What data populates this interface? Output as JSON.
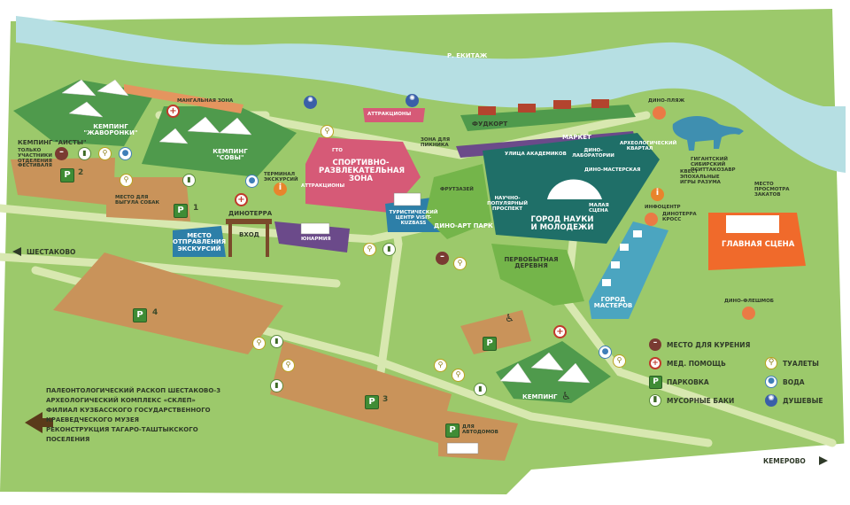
{
  "map_title": "",
  "river": {
    "label": "Р. ЕКИТАЖ"
  },
  "zones": {
    "camp_aisty": "КЕМПИНГ \"АИСТЫ\"",
    "camp_aisty_note": "ТОЛЬКО УЧАСТНИКИ ОТДЕЛЕНИЯ ФЕСТИВАЛЯ",
    "camp_zhavoronki": "КЕМПИНГ \"ЖАВОРОНКИ\"",
    "mangal_zone": "МАНГАЛЬНАЯ ЗОНА",
    "camp_sovy": "КЕМПИНГ \"СОВЫ\"",
    "terminal": "ТЕРМИНАЛ ЭКСКУРСИЙ",
    "gto": "ГТО",
    "sport_zone": "СПОРТИВНО-РАЗВЛЕКАТЕЛЬНАЯ ЗОНА",
    "attractions_left": "АТТРАКЦИОНЫ",
    "attractions_top": "АТТРАКЦИОНЫ",
    "picnic": "ЗОНА ДЛЯ ПИКНИКА",
    "foodcourt": "ФУДКОРТ",
    "market": "МАРКЕТ",
    "dog_walk": "МЕСТО ДЛЯ ВЫГУЛА СОБАК",
    "dinoterra": "ДИНОТЕРРА",
    "entrance": "ВХОД",
    "excursion_start": "МЕСТО ОТПРАВЛЕНИЯ ЭКСКУРСИЙ",
    "junarmia": "ЮНАРМИЯ",
    "tourist_center": "ТУРИСТИЧЕСКИЙ ЦЕНТР VISIT-KUZBASS",
    "fruit_zone": "ФРУТЗАЗЕЙ",
    "dino_art": "ДИНО-АРТ ПАРК",
    "academ_street": "УЛИЦА АКАДЕМИКОВ",
    "dino_labs": "ДИНО-ЛАБОРАТОРИИ",
    "dino_workshop": "ДИНО-МАСТЕРСКАЯ",
    "archaeo_quarter": "АРХЕОЛОГИЧЕСКИЙ КВАРТАЛ",
    "popsci_avenue": "НАУЧНО-ПОПУЛЯРНЫЙ ПРОСПЕКТ",
    "city_science": "ГОРОД НАУКИ И МОЛОДЕЖИ",
    "small_stage": "МАЛАЯ СЦЕНА",
    "primitive_village": "ПЕРВОБЫТНАЯ ДЕРЕВНЯ",
    "masters_city": "ГОРОД МАСТЕРОВ",
    "dino_beach": "ДИНО-ПЛЯЖ",
    "giant_dino": "ГИГАНТСКИЙ СИБИРСКИЙ ПСИТТАКОЗАВР",
    "quest": "КВЕСТ ЭПОХАЛЬНЫЕ ИГРЫ РАЗУМА",
    "sunset": "МЕСТО ПРОСМОТРА ЗАКАТОВ",
    "infocenter": "ИНФОЦЕНТР",
    "dinoterra_cross": "ДИНОТЕРРА КРОСС",
    "main_stage": "ГЛАВНАЯ СЦЕНА",
    "dino_flashmob": "ДИНО-ФЛЕШМОБ",
    "camping_bottom": "КЕМПИНГ",
    "motorhomes": "ДЛЯ АВТОДОМОВ"
  },
  "parking_labels": [
    "1",
    "2",
    "3",
    "4"
  ],
  "directions": {
    "left": "ШЕСТАКОВО",
    "right": "КЕМЕРОВО"
  },
  "info_list": [
    "ПАЛЕОНТОЛОГИЧЕСКИЙ РАСКОП ШЕСТАКОВО-3",
    "АРХЕОЛОГИЧЕСКИЙ КОМПЛЕКС «СКЛЕП»",
    "ФИЛИАЛ КУЗБАССКОГО ГОСУДАРСТВЕННОГО",
    "КРАЕВЕДЧЕСКОГО МУЗЕЯ",
    "РЕКОНСТРУКЦИЯ ТАГАРО-ТАШТЫКСКОГО",
    "ПОСЕЛЕНИЯ"
  ],
  "legend": {
    "smoking": "МЕСТО ДЛЯ КУРЕНИЯ",
    "medical": "МЕД. ПОМОЩЬ",
    "parking": "ПАРКОВКА",
    "trash": "МУСОРНЫЕ БАКИ",
    "toilets": "ТУАЛЕТЫ",
    "water": "ВОДА",
    "showers": "ДУШЕВЫЕ"
  },
  "colors": {
    "grass": "#9cc96b",
    "river": "#b6dfe3",
    "dark_green_zone": "#4f9a4c",
    "teal_zone": "#1f6f68",
    "orange_zone": "#f06a2b",
    "pink_zone": "#d65a77",
    "purple_zone": "#6b4a8a",
    "brown_field": "#c9935a",
    "blue_zone": "#2d7fa8",
    "path": "#d8e8b0"
  },
  "icons": [
    "smoking-icon",
    "medical-icon",
    "parking-icon",
    "trash-icon",
    "toilet-icon",
    "water-icon",
    "shower-icon",
    "info-icon",
    "accessible-icon"
  ]
}
